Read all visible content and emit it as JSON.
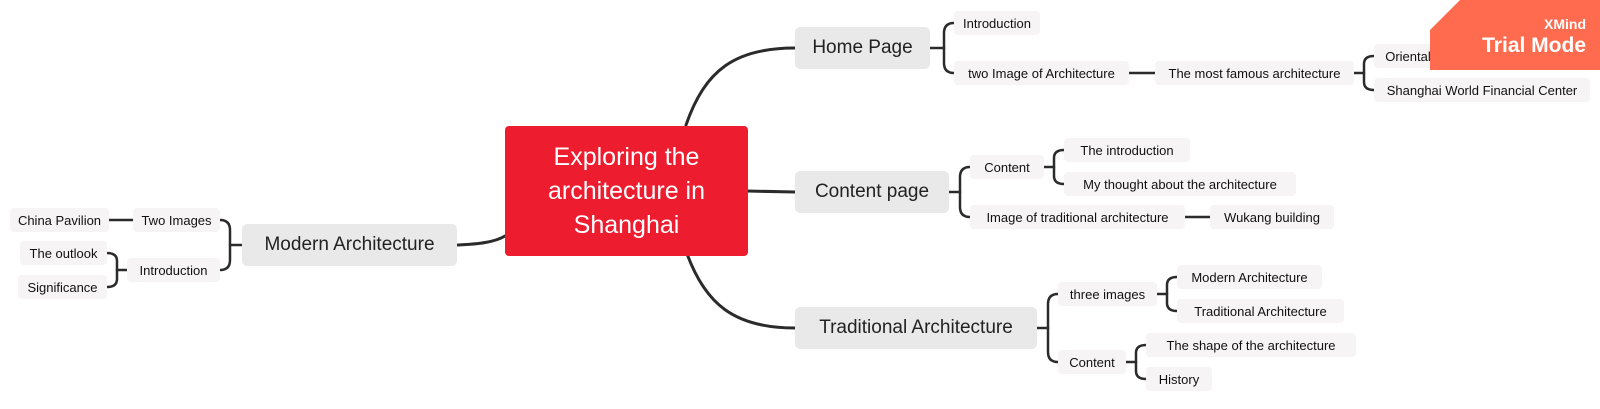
{
  "watermark": {
    "brand": "XMind",
    "mode": "Trial Mode"
  },
  "central": {
    "title": "Exploring the architecture in Shanghai"
  },
  "branches": {
    "home": {
      "label": "Home Page",
      "introduction": "Introduction",
      "images": "two Image of Architecture",
      "famous": "The most famous architecture",
      "pearl": "Oriental Pearl Tower",
      "swfc": "Shanghai World Financial Center"
    },
    "content_page": {
      "label": "Content page",
      "content": "Content",
      "the_introduction": "The introduction",
      "thought": "My thought about the architecture",
      "traditional_image": "Image of traditional architecture",
      "wukang": "Wukang building"
    },
    "traditional": {
      "label": "Traditional Architecture",
      "three_images": "three images",
      "modern": "Modern Architecture",
      "traditional": "Traditional Architecture",
      "content": "Content",
      "shape": "The shape of the architecture",
      "history": "History"
    },
    "modern": {
      "label": "Modern Architecture",
      "two_images": "Two Images",
      "china_pavilion": "China Pavilion",
      "introduction": "Introduction",
      "outlook": "The outlook",
      "significance": "Significance"
    }
  },
  "colors": {
    "central": "#ed1c2e",
    "main_topic": "#e9e9e9",
    "sub_topic": "#f6f4f4",
    "connector": "#2b2b2b",
    "watermark": "#ff6b4e"
  }
}
